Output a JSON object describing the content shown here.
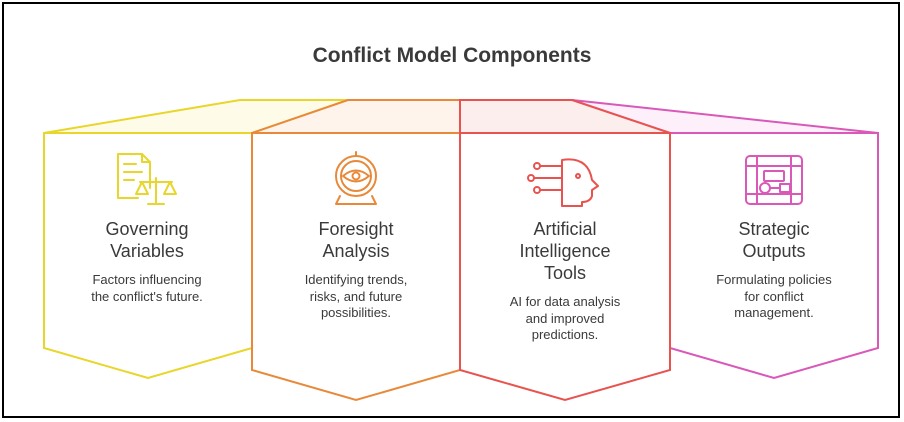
{
  "title": "Conflict Model Components",
  "panels": [
    {
      "title_lines": [
        "Governing",
        "Variables"
      ],
      "desc_lines": [
        "Factors influencing",
        "the conflict's future."
      ],
      "color": "#e8d62a",
      "icon": "law-document-scales-icon"
    },
    {
      "title_lines": [
        "Foresight",
        "Analysis"
      ],
      "desc_lines": [
        "Identifying trends,",
        "risks, and future",
        "possibilities."
      ],
      "color": "#e8893a",
      "icon": "eye-lens-icon"
    },
    {
      "title_lines": [
        "Artificial",
        "Intelligence",
        "Tools"
      ],
      "desc_lines": [
        "AI for data analysis",
        "and improved",
        "predictions."
      ],
      "color": "#e8534f",
      "icon": "ai-head-circuit-icon"
    },
    {
      "title_lines": [
        "Strategic",
        "Outputs"
      ],
      "desc_lines": [
        "Formulating policies",
        "for conflict",
        "management."
      ],
      "color": "#d958b8",
      "icon": "circuit-flowchart-icon"
    }
  ]
}
